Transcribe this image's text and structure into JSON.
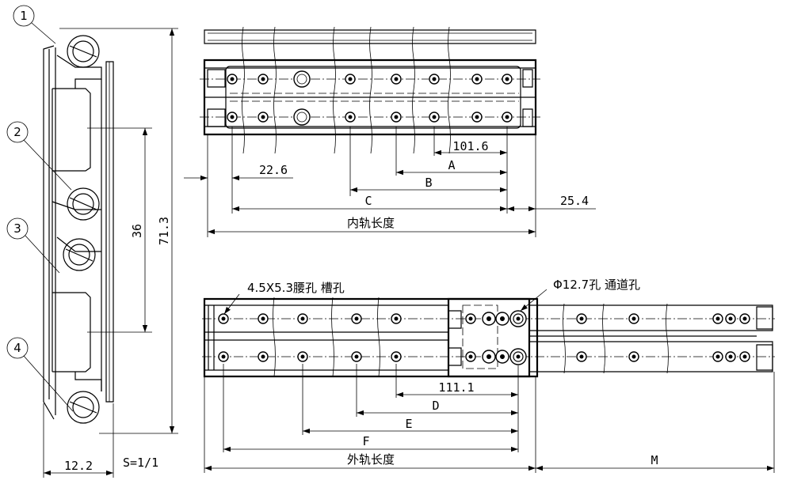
{
  "callouts": [
    "1",
    "2",
    "3",
    "4"
  ],
  "side_view": {
    "dim_height_total": "71.3",
    "dim_pitch": "36",
    "dim_width": "12.2",
    "scale": "S=1/1"
  },
  "inner_rail": {
    "dim_101_6": "101.6",
    "dim_A": "A",
    "dim_22_6": "22.6",
    "dim_B": "B",
    "dim_C": "C",
    "dim_25_4": "25.4",
    "dim_length": "内轨长度"
  },
  "outer_rail": {
    "note_slot": "4.5X5.3腰孔 槽孔",
    "note_hole": "Φ12.7孔 通道孔",
    "dim_111_1": "111.1",
    "dim_D": "D",
    "dim_E": "E",
    "dim_F": "F",
    "dim_length": "外轨长度",
    "dim_M": "M"
  }
}
